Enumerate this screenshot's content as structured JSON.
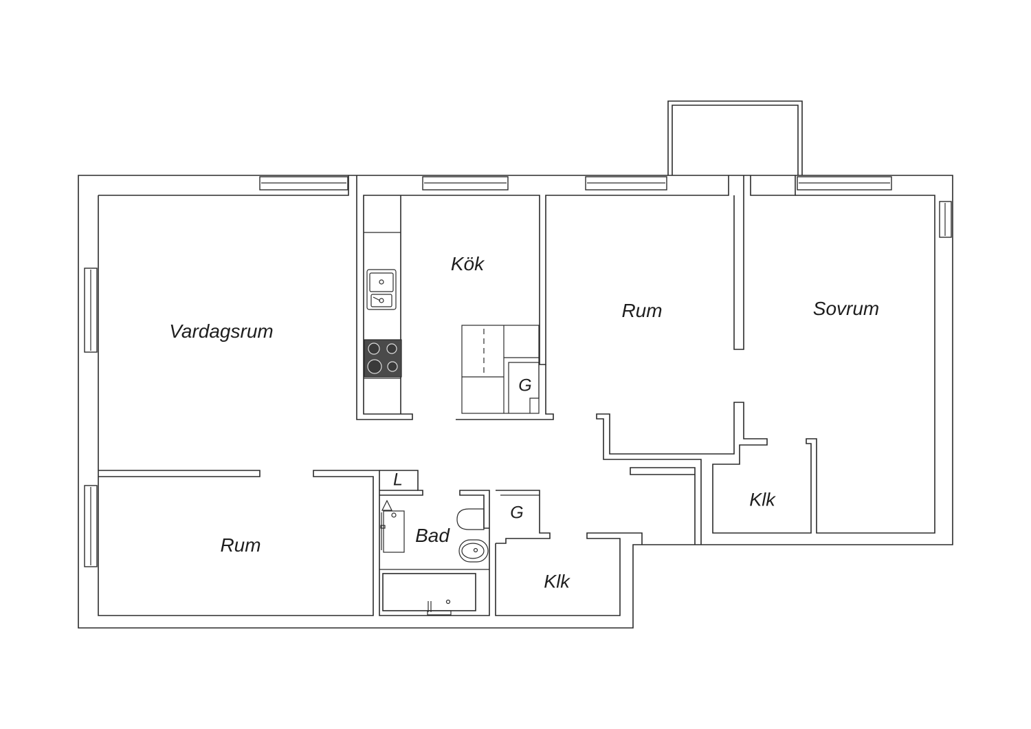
{
  "rooms": {
    "living": "Vardagsrum",
    "kitchen": "Kök",
    "room_middle": "Rum",
    "bedroom": "Sovrum",
    "room_lower": "Rum",
    "bathroom": "Bad",
    "linen": "L",
    "wardrobe_kitchen": "G",
    "wardrobe_hall": "G",
    "closet_right": "Klk",
    "closet_hall": "Klk"
  },
  "colors": {
    "stroke": "#2a2a2a",
    "background": "#ffffff",
    "stove": "#4a4a4a"
  }
}
